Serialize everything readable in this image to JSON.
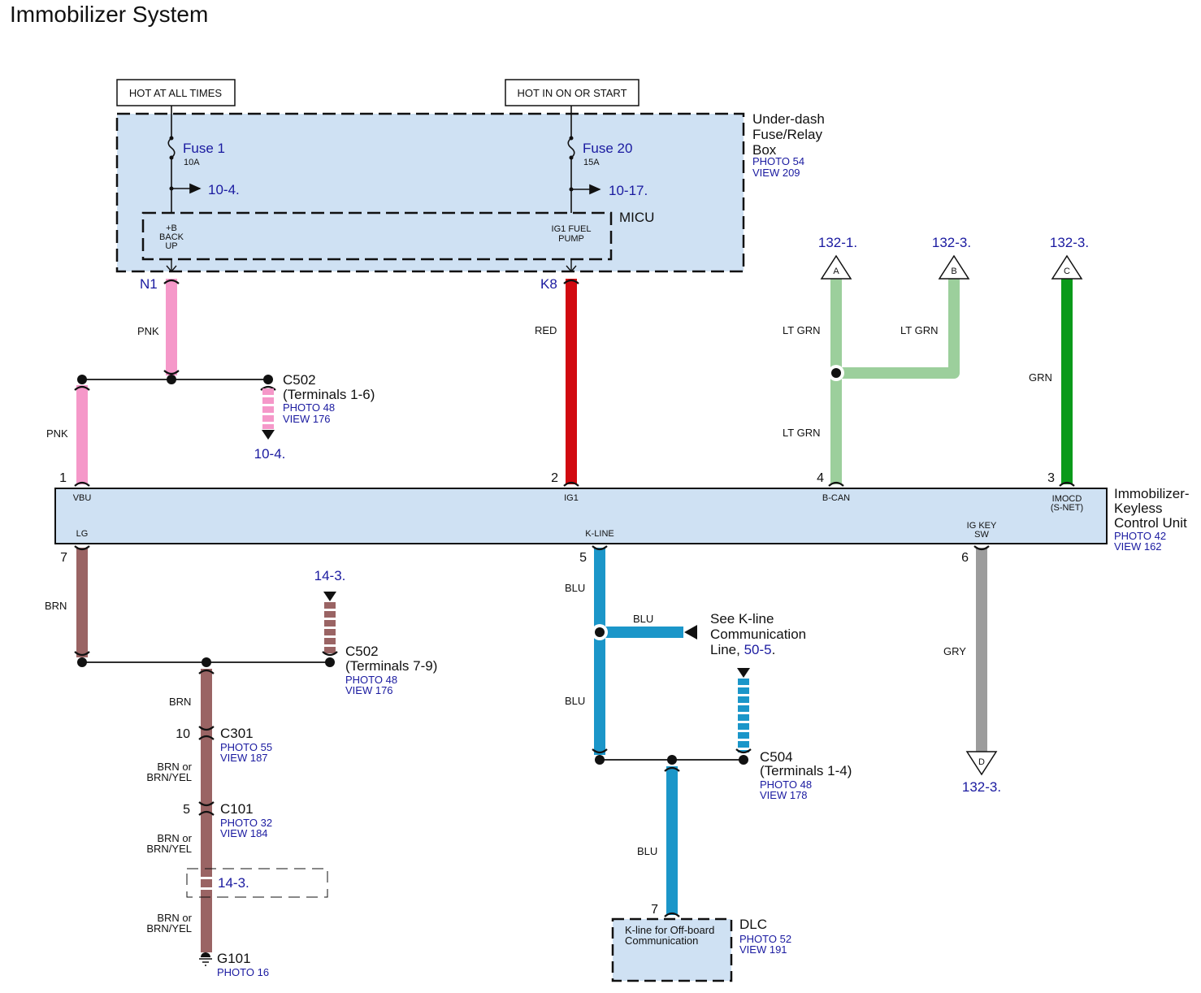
{
  "title": "Immobilizer System",
  "power_sources": {
    "hot_at_all_times": "HOT AT ALL TIMES",
    "hot_in_on_or_start": "HOT IN ON OR START"
  },
  "fuse_box": {
    "name_lines": [
      "Under-dash",
      "Fuse/Relay",
      "Box"
    ],
    "photo": "PHOTO 54",
    "view": "VIEW 209",
    "fuse1": {
      "name": "Fuse 1",
      "rating": "10A",
      "ref": "10-4."
    },
    "fuse20": {
      "name": "Fuse 20",
      "rating": "15A",
      "ref": "10-17."
    },
    "micu": {
      "name": "MICU",
      "pin_backup_lines": [
        "+B",
        "BACK",
        "UP"
      ],
      "pin_ig1_lines": [
        "IG1 FUEL",
        "PUMP"
      ],
      "terminal_n1": "N1",
      "terminal_k8": "K8"
    }
  },
  "wires": {
    "pnk_upper": "PNK",
    "pnk_lower": "PNK",
    "red": "RED",
    "ltgrn_a": "LT GRN",
    "ltgrn_b": "LT GRN",
    "ltgrn_lower": "LT GRN",
    "grn": "GRN",
    "brn_upper": "BRN",
    "brn_mid": "BRN",
    "brn_or_1": [
      "BRN or",
      "BRN/YEL"
    ],
    "brn_or_2": [
      "BRN or",
      "BRN/YEL"
    ],
    "brn_or_3": [
      "BRN or",
      "BRN/YEL"
    ],
    "blu_upper": "BLU",
    "blu_branch": "BLU",
    "blu_mid": "BLU",
    "blu_lower": "BLU",
    "gry": "GRY"
  },
  "wire_colors": {
    "pnk": "#f598c9",
    "red": "#d10a10",
    "ltgrn": "#9ccf9c",
    "grn": "#0a9a1a",
    "brn": "#9a6464",
    "blu": "#1b96c9",
    "gry": "#9c9c9c",
    "box_fill": "#cfe1f3",
    "ref_text": "#1a1aa0"
  },
  "offpage": {
    "a": {
      "letter": "A",
      "ref": "132-1."
    },
    "b": {
      "letter": "B",
      "ref": "132-3."
    },
    "c": {
      "letter": "C",
      "ref": "132-3."
    },
    "d": {
      "letter": "D",
      "ref": "132-3."
    }
  },
  "c502_upper": {
    "name": "C502",
    "terminals": "(Terminals 1-6)",
    "photo": "PHOTO 48",
    "view": "VIEW 176",
    "ref": "10-4."
  },
  "c502_lower": {
    "name": "C502",
    "terminals": "(Terminals 7-9)",
    "photo": "PHOTO 48",
    "view": "VIEW 176",
    "ref": "14-3."
  },
  "control_unit": {
    "name_lines": [
      "Immobilizer-",
      "Keyless",
      "Control Unit"
    ],
    "photo": "PHOTO 42",
    "view": "VIEW 162",
    "pins_top": [
      {
        "num": "1",
        "label": "VBU"
      },
      {
        "num": "2",
        "label": "IG1"
      },
      {
        "num": "4",
        "label": "B-CAN"
      },
      {
        "num": "3",
        "label": "IMOCD",
        "label2": "(S-NET)"
      }
    ],
    "pins_bottom": [
      {
        "num": "7",
        "label": "LG"
      },
      {
        "num": "5",
        "label": "K-LINE"
      },
      {
        "num": "6",
        "label": "IG KEY",
        "label2": "SW"
      }
    ]
  },
  "c301": {
    "pin": "10",
    "name": "C301",
    "photo": "PHOTO 55",
    "view": "VIEW 187"
  },
  "c101": {
    "pin": "5",
    "name": "C101",
    "photo": "PHOTO 32",
    "view": "VIEW 184"
  },
  "ground_ref": "14-3.",
  "g101": {
    "name": "G101",
    "photo": "PHOTO 16"
  },
  "kline_see": {
    "lines": [
      "See K-line",
      "Communication"
    ],
    "line3_prefix": "Line, ",
    "ref": "50-5",
    "suffix": "."
  },
  "c504": {
    "name": "C504",
    "terminals": "(Terminals 1-4)",
    "photo": "PHOTO 48",
    "view": "VIEW 178"
  },
  "dlc": {
    "pin": "7",
    "name": "DLC",
    "inner_lines": [
      "K-line for Off-board",
      "Communication"
    ],
    "photo": "PHOTO 52",
    "view": "VIEW 191"
  }
}
